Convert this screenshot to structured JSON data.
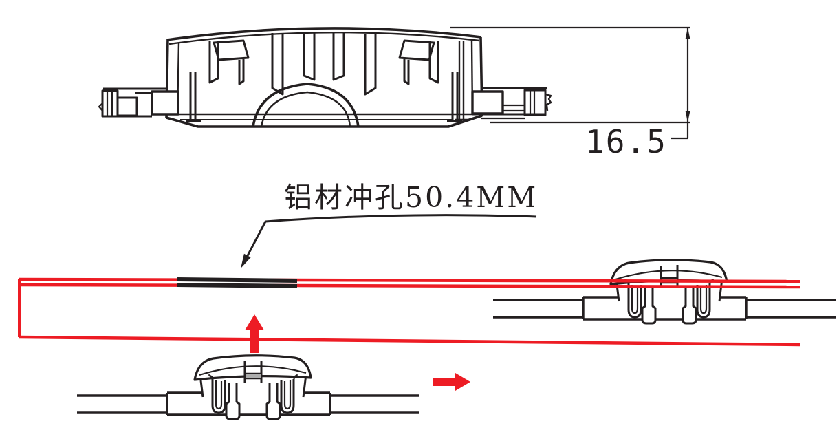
{
  "drawing": {
    "type": "technical-drawing",
    "labels": {
      "punch_hole_annotation": "铝材冲孔50.4MM",
      "height_dimension": "16.5"
    },
    "colors": {
      "line_black": "#231F20",
      "accent_red": "#ED1C24",
      "background": "#FFFFFF",
      "notch_gray": "#ADADAD"
    },
    "views": [
      {
        "name": "clip-side-section",
        "description": "large cross-section of snap clip, height dimensioned 16.5"
      },
      {
        "name": "aluminum-panel-edge",
        "description": "red outlined aluminum sheet with punched slot 50.4MM"
      },
      {
        "name": "clip-installed-left",
        "description": "clip snapped into panel, insert direction up"
      },
      {
        "name": "clip-installed-right",
        "description": "clip snapped into panel, slide direction right"
      }
    ],
    "icons": [
      "leader-arrow-icon",
      "up-arrow-icon",
      "right-arrow-icon",
      "dimension-arrow-icon"
    ]
  }
}
